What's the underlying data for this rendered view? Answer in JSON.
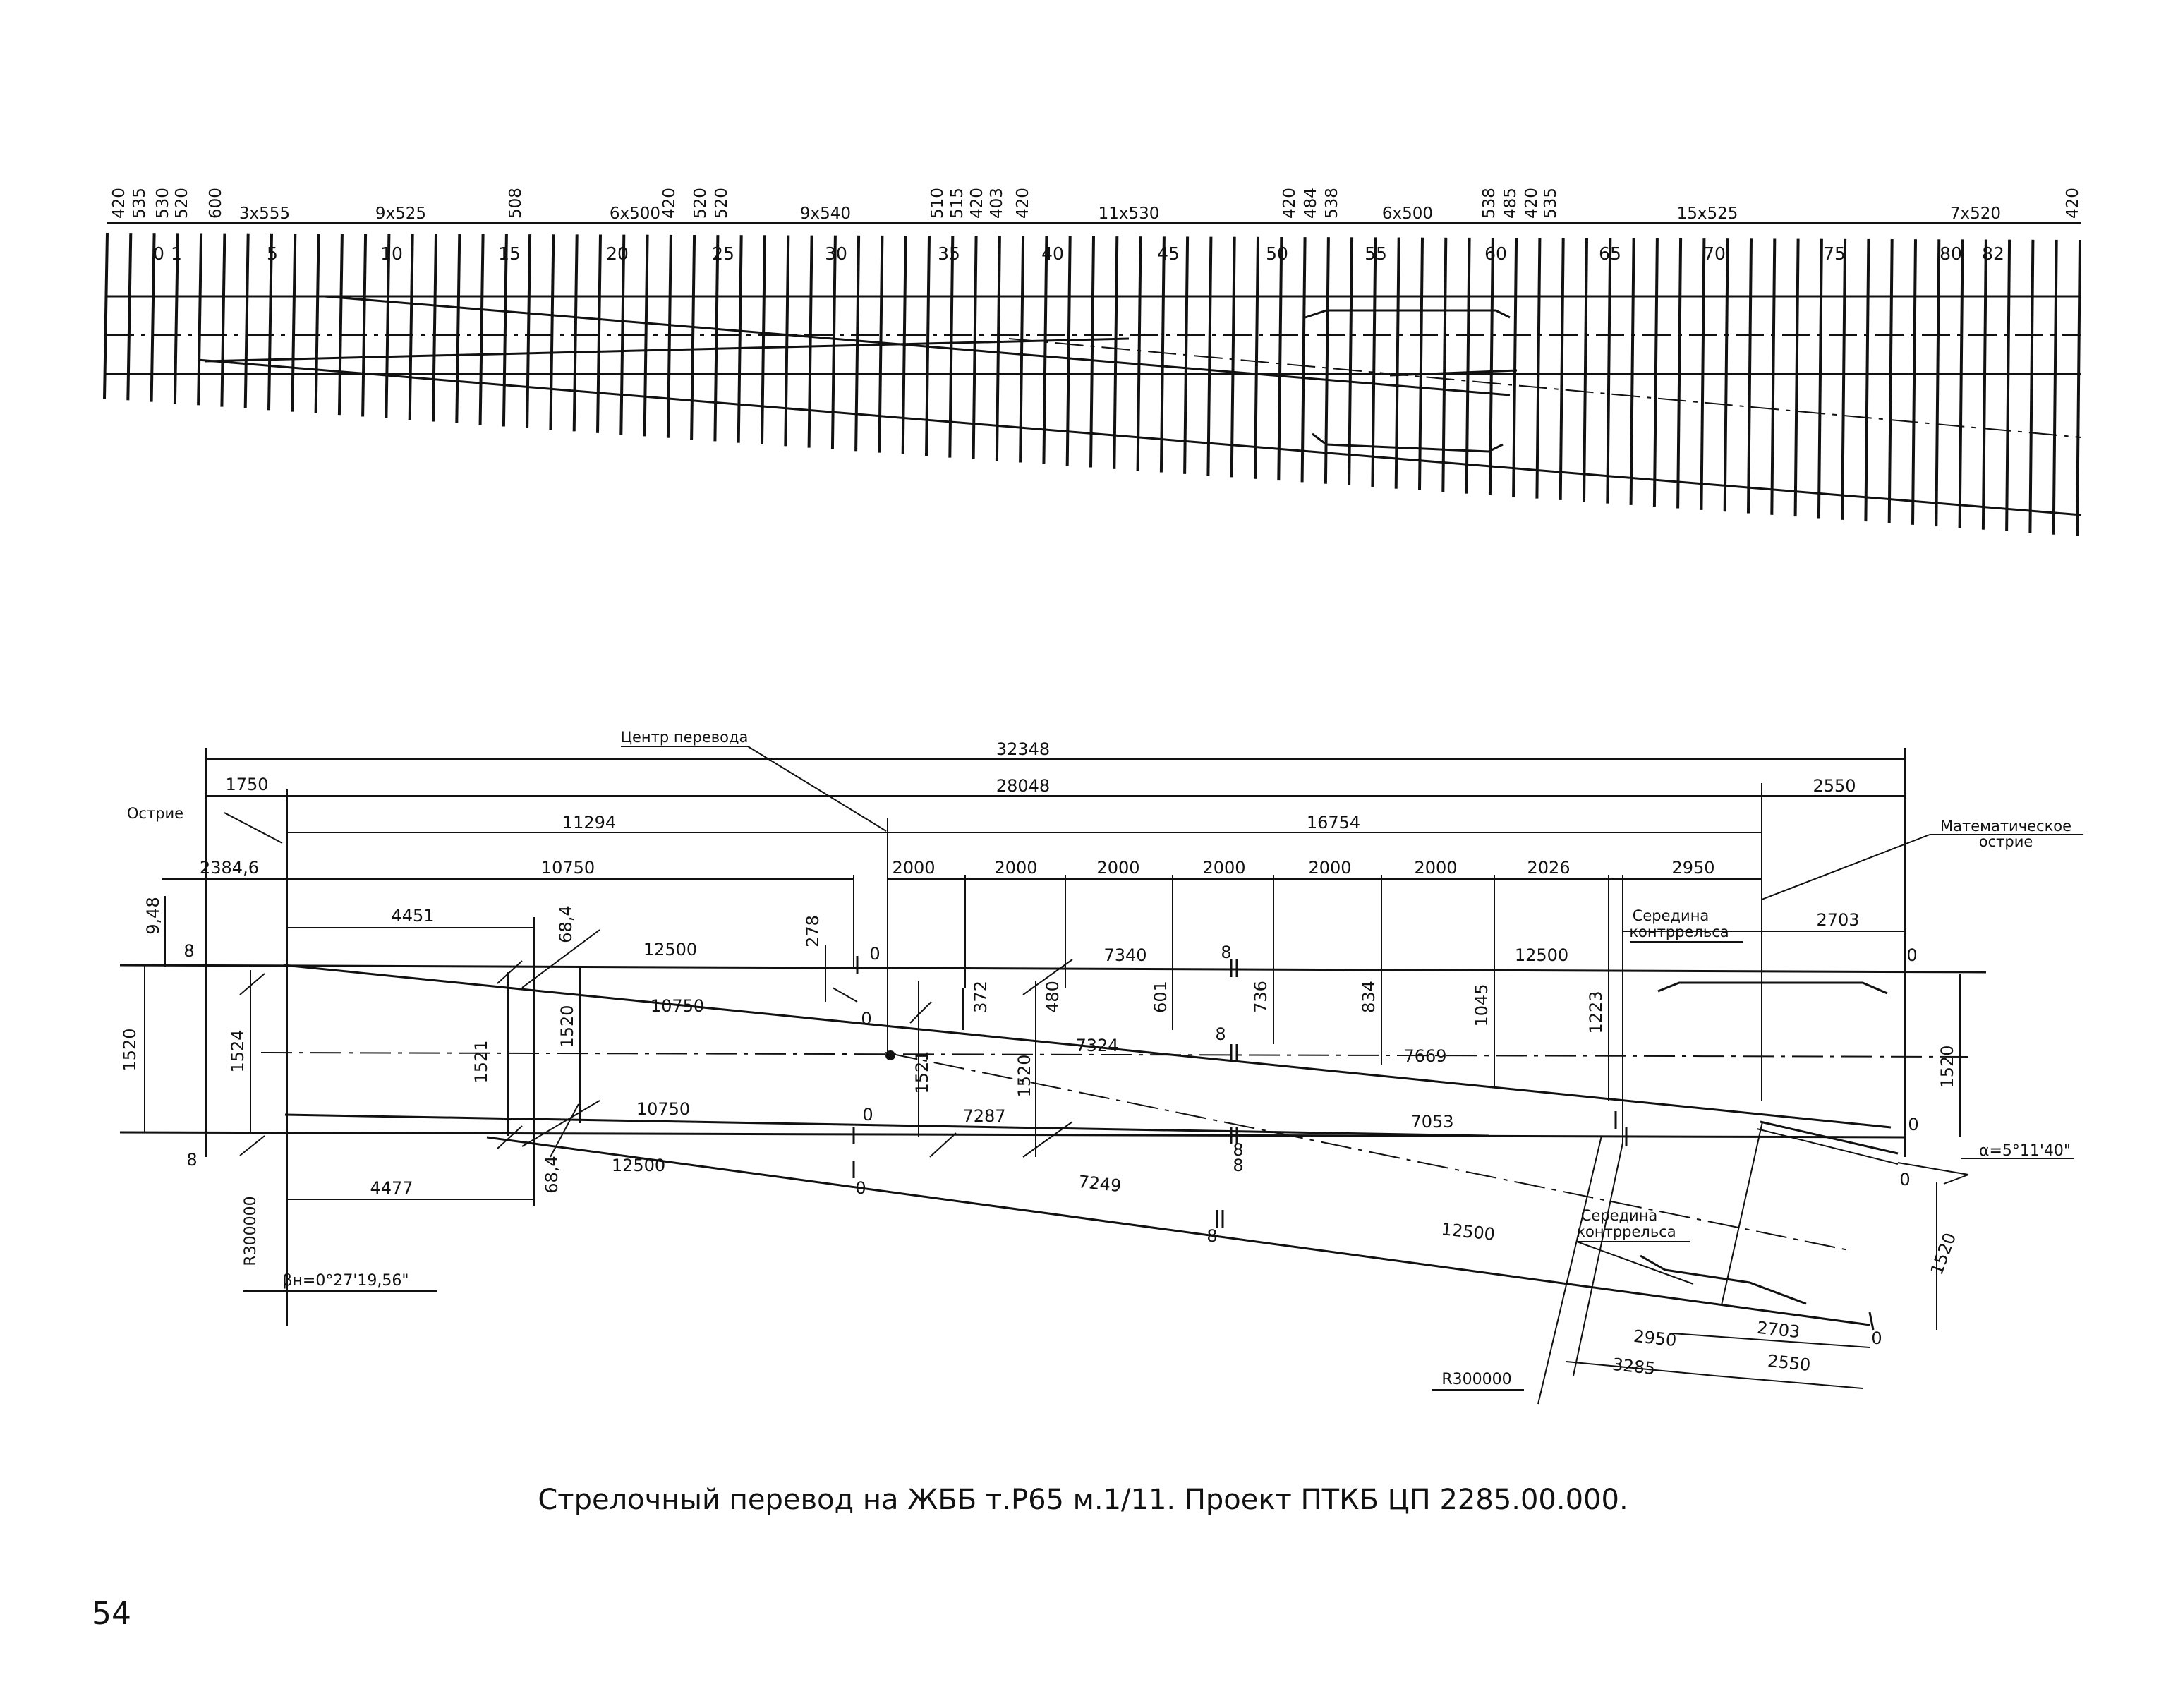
{
  "top_plan": {
    "spacing_labels": [
      "420",
      "535",
      "530",
      "520",
      "600",
      "3x555",
      "9x525",
      "508",
      "6x500",
      "420",
      "520",
      "520",
      "9x540",
      "510",
      "515",
      "420",
      "403",
      "420",
      "11x530",
      "420",
      "484",
      "538",
      "6x500",
      "538",
      "485",
      "420",
      "535",
      "15x525",
      "7x520",
      "420"
    ],
    "sleeper_numbers": [
      "0",
      "1",
      "5",
      "10",
      "15",
      "20",
      "25",
      "30",
      "35",
      "40",
      "45",
      "50",
      "55",
      "60",
      "65",
      "70",
      "75",
      "80",
      "82"
    ]
  },
  "main_plan": {
    "dimensions": {
      "d32348": "32348",
      "d1750": "1750",
      "d28048": "28048",
      "d2550": "2550",
      "d11294": "11294",
      "d16754": "16754",
      "d2384": "2384,6",
      "d10750": "10750",
      "d2000a": "2000",
      "d2000b": "2000",
      "d2000c": "2000",
      "d2000d": "2000",
      "d2000e": "2000",
      "d2000f": "2000",
      "d2026": "2026",
      "d2950": "2950",
      "d2703": "2703",
      "d4451": "4451",
      "d684a": "68,4",
      "d948": "9,48",
      "d278": "278",
      "d12500a": "12500",
      "d7340": "7340",
      "d12500b": "12500",
      "d10750b": "10750",
      "d372": "372",
      "d480": "480",
      "d601": "601",
      "d736": "736",
      "d834": "834",
      "d1045": "1045",
      "d1223": "1223",
      "d1520l": "1520",
      "d1524": "1524",
      "d1521": "1521",
      "d1520m": "1520",
      "d7324": "7324",
      "d7669": "7669",
      "d1520r": "1520",
      "d1520d": "1520",
      "d1521b": "1521",
      "d10750c": "10750",
      "d7287": "7287",
      "d7053": "7053",
      "d12500c": "12500",
      "d684b": "68,4",
      "d4477": "4477",
      "d7249": "7249",
      "d12500d": "12500",
      "d2950b": "2950",
      "d2703b": "2703",
      "d3285": "3285",
      "d2550b": "2550",
      "d1520diag": "1520"
    },
    "labels": {
      "center": "Центр перевода",
      "tip": "Острие",
      "math_tip_1": "Математическое",
      "math_tip_2": "острие",
      "mid_guard_1": "Середина",
      "mid_guard_2": "контррельса",
      "mid_guard_b1": "Середина",
      "mid_guard_b2": "контррельса",
      "r1": "R300000",
      "r2": "R300000",
      "beta": "βн=0°27'19,56\"",
      "alpha": "α=5°11'40\""
    },
    "joint_marks": {
      "m8a": "8",
      "m0a": "0",
      "m8b": "8",
      "m0b": "0",
      "m0c": "0",
      "m8c": "8",
      "m0d": "0",
      "m8d": "8",
      "m0e": "0",
      "m8e": "8",
      "m0f": "0",
      "m0g": "0",
      "m8f": "8",
      "m8g": "8",
      "m0h": "0"
    }
  },
  "caption": "Стрелочный перевод на ЖББ т.Р65 м.1/11. Проект ПТКБ ЦП 2285.00.000.",
  "page_number": "54"
}
